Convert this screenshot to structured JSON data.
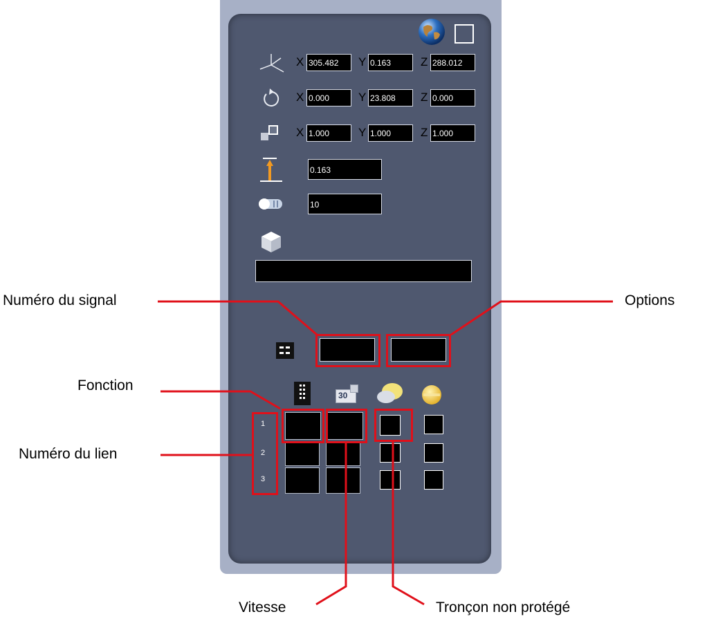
{
  "transform": {
    "position": {
      "x": "305.482",
      "y": "0.163",
      "z": "288.012"
    },
    "rotation": {
      "x": "0.000",
      "y": "23.808",
      "z": "0.000"
    },
    "scale": {
      "x": "1.000",
      "y": "1.000",
      "z": "1.000"
    }
  },
  "axis_labels": {
    "x": "X",
    "y": "Y",
    "z": "Z"
  },
  "height_value": "0.163",
  "counter_value": "10",
  "object_name": "",
  "signal": {
    "number": "",
    "options": ""
  },
  "links": [
    {
      "row": "1",
      "function": "",
      "speed": ""
    },
    {
      "row": "2",
      "function": "",
      "speed": ""
    },
    {
      "row": "3",
      "function": "",
      "speed": ""
    }
  ],
  "speed_icon_text": "30",
  "annotations": {
    "signal_number": "Numéro du signal",
    "options": "Options",
    "function": "Fonction",
    "link_number": "Numéro du lien",
    "speed": "Vitesse",
    "unprotected_section": "Tronçon non protégé"
  },
  "colors": {
    "annotation_red": "#e0101a",
    "panel_bg": "#4f586f",
    "panel_frame": "#a7b0c6"
  }
}
